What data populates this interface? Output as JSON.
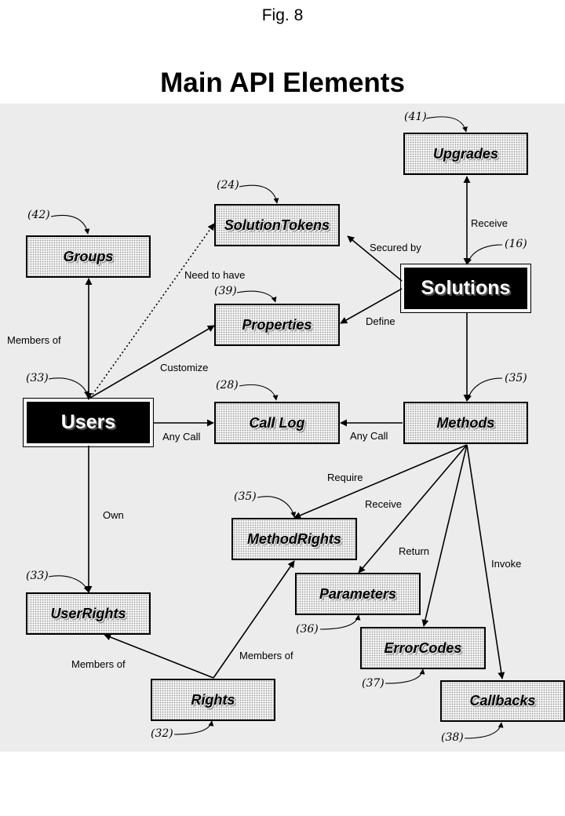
{
  "figure_label": "Fig. 8",
  "title": "Main API Elements",
  "nodes": {
    "upgrades": "Upgrades",
    "solution_tokens": "SolutionTokens",
    "groups": "Groups",
    "solutions": "Solutions",
    "properties": "Properties",
    "users": "Users",
    "call_log": "Call Log",
    "methods": "Methods",
    "method_rights": "MethodRights",
    "parameters": "Parameters",
    "user_rights": "UserRights",
    "error_codes": "ErrorCodes",
    "rights": "Rights",
    "callbacks": "Callbacks"
  },
  "refs": {
    "upgrades": "(41)",
    "solution_tokens": "(24)",
    "groups": "(42)",
    "solutions": "(16)",
    "properties": "(39)",
    "users": "(33)",
    "call_log": "(28)",
    "methods": "(35)",
    "method_rights": "(35)",
    "user_rights": "(33)",
    "parameters": "(36)",
    "error_codes": "(37)",
    "rights": "(32)",
    "callbacks": "(38)"
  },
  "edges": {
    "receive_upgrades": "Receive",
    "secured_by": "Secured by",
    "need_to_have": "Need to have",
    "define": "Define",
    "members_of_groups": "Members of",
    "customize": "Customize",
    "any_call_users": "Any Call",
    "any_call_methods": "Any Call",
    "require": "Require",
    "receive_params": "Receive",
    "own": "Own",
    "return": "Return",
    "invoke": "Invoke",
    "members_of_rights_method": "Members of",
    "members_of_rights_user": "Members of"
  },
  "colors": {
    "panel_background": "#ececec",
    "box_fill": "#f3f3f3",
    "dark_box_fill": "#000000"
  }
}
